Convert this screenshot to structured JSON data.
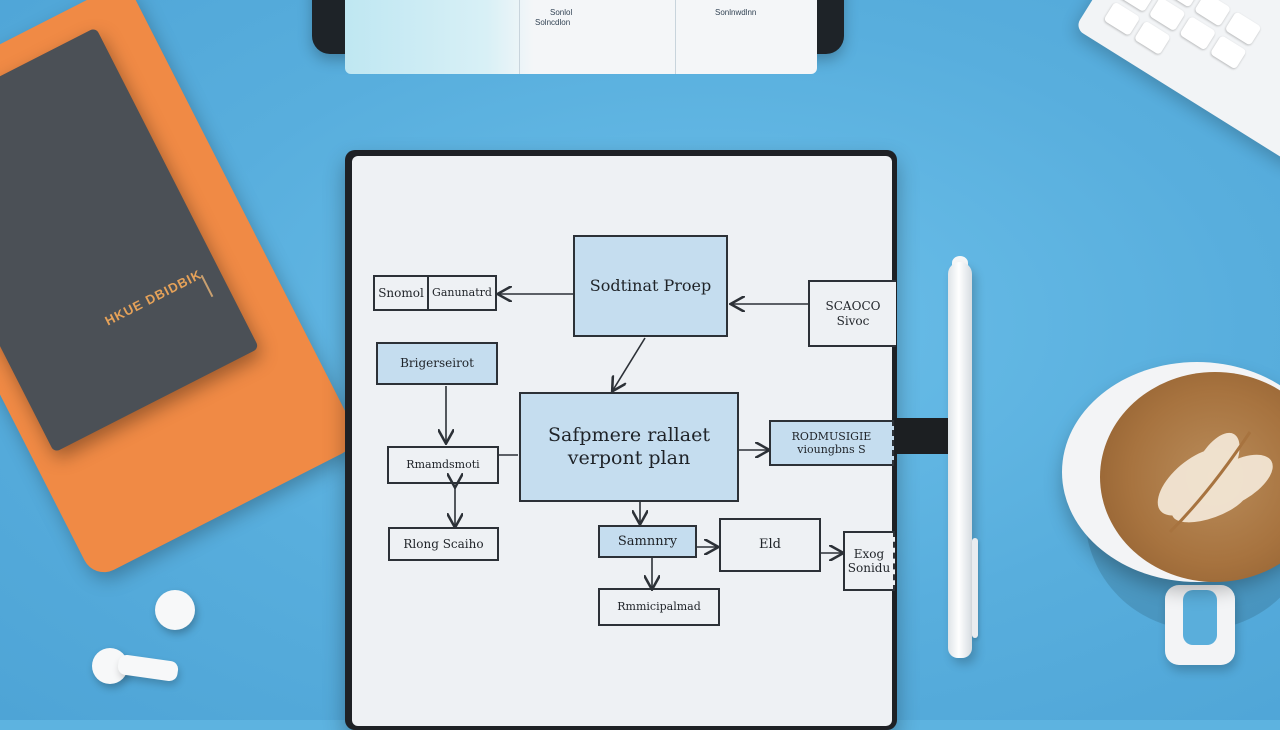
{
  "scene": {
    "background_color": "#5db3e0",
    "objects": [
      "tablet",
      "keyboard",
      "orange-folder",
      "gray-book",
      "notebook",
      "stylus-pen",
      "latte-cup",
      "earbuds"
    ]
  },
  "book": {
    "title": "HKUE DBIDBIK"
  },
  "diagram": {
    "nodes": {
      "top_center": "Sodtinat Proep",
      "top_left_a": "Snomol",
      "top_left_b": "Ganunatrd",
      "top_right": "SCAOCO\nSivoc",
      "left_mid": "Brigerseirot",
      "center": "Safpmere rallaet\nverpont plan",
      "right_mid": "RODMUSIGIE\nvioungbns S",
      "left_lower": "Rmamdsmoti",
      "left_bottom": "Rlong Scaiho",
      "bottom_a": "Samnnry",
      "bottom_b": "Eld",
      "bottom_c": "Exog\nSonidu",
      "bottom_d": "Rmmicipalmad"
    }
  },
  "tablet": {
    "lines": [
      "Sonlol",
      "Solncdlon",
      "Sonlnwdlnn"
    ]
  }
}
